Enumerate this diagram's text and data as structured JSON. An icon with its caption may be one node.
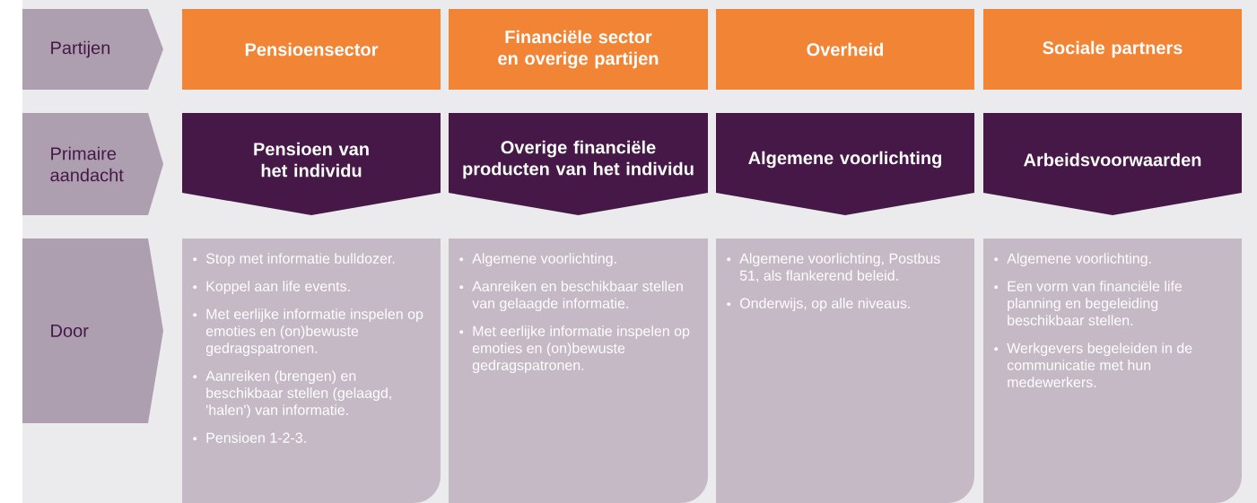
{
  "diagram": {
    "nodes": [
      {
        "text": [
          "Partijen"
        ]
      },
      {
        "text": [
          "Pensioensector"
        ]
      },
      {
        "text": [
          "Financiële sector en overige partijen"
        ]
      },
      {
        "text": [
          "Overheid"
        ]
      },
      {
        "text": [
          "Sociale partners"
        ]
      },
      {
        "text": [
          "Primaire aandacht"
        ]
      },
      {
        "text": [
          "Pensioen van het individu"
        ]
      },
      {
        "text": [
          "Overige financiële producten van het individu"
        ]
      },
      {
        "text": [
          "Algemene voorlichting"
        ]
      },
      {
        "text": [
          "Arbeidsvoorwaarden"
        ]
      },
      {
        "text": [
          "Door"
        ]
      },
      {
        "text": [
          "Stop met informatie bulldozer.",
          "Koppel aan life events.",
          "Met eerlijke informatie inspelen op emoties en (on)bewuste gedragspatronen.",
          "Aanreiken (brengen) en beschikbaar stellen (gelaagd, 'halen') van informatie.",
          "Pensioen 1-2-3."
        ]
      },
      {
        "text": [
          "Algemene voorlichting.",
          "Aanreiken en beschikbaar stellen van gelaagde informatie.",
          "Met eerlijke informatie inspelen op emoties en (on)bewuste gedragspatronen."
        ]
      },
      {
        "text": [
          "Algemene voorlichting, Postbus 51, als flankerend beleid.",
          "Onderwijs, op alle niveaus."
        ]
      },
      {
        "text": [
          "Algemene voorlichting.",
          "Een vorm van financiële life planning en begeleiding beschikbaar stellen.",
          "Werkgevers begeleiden in de communicatie met hun medewerkers."
        ]
      }
    ],
    "edges": []
  }
}
